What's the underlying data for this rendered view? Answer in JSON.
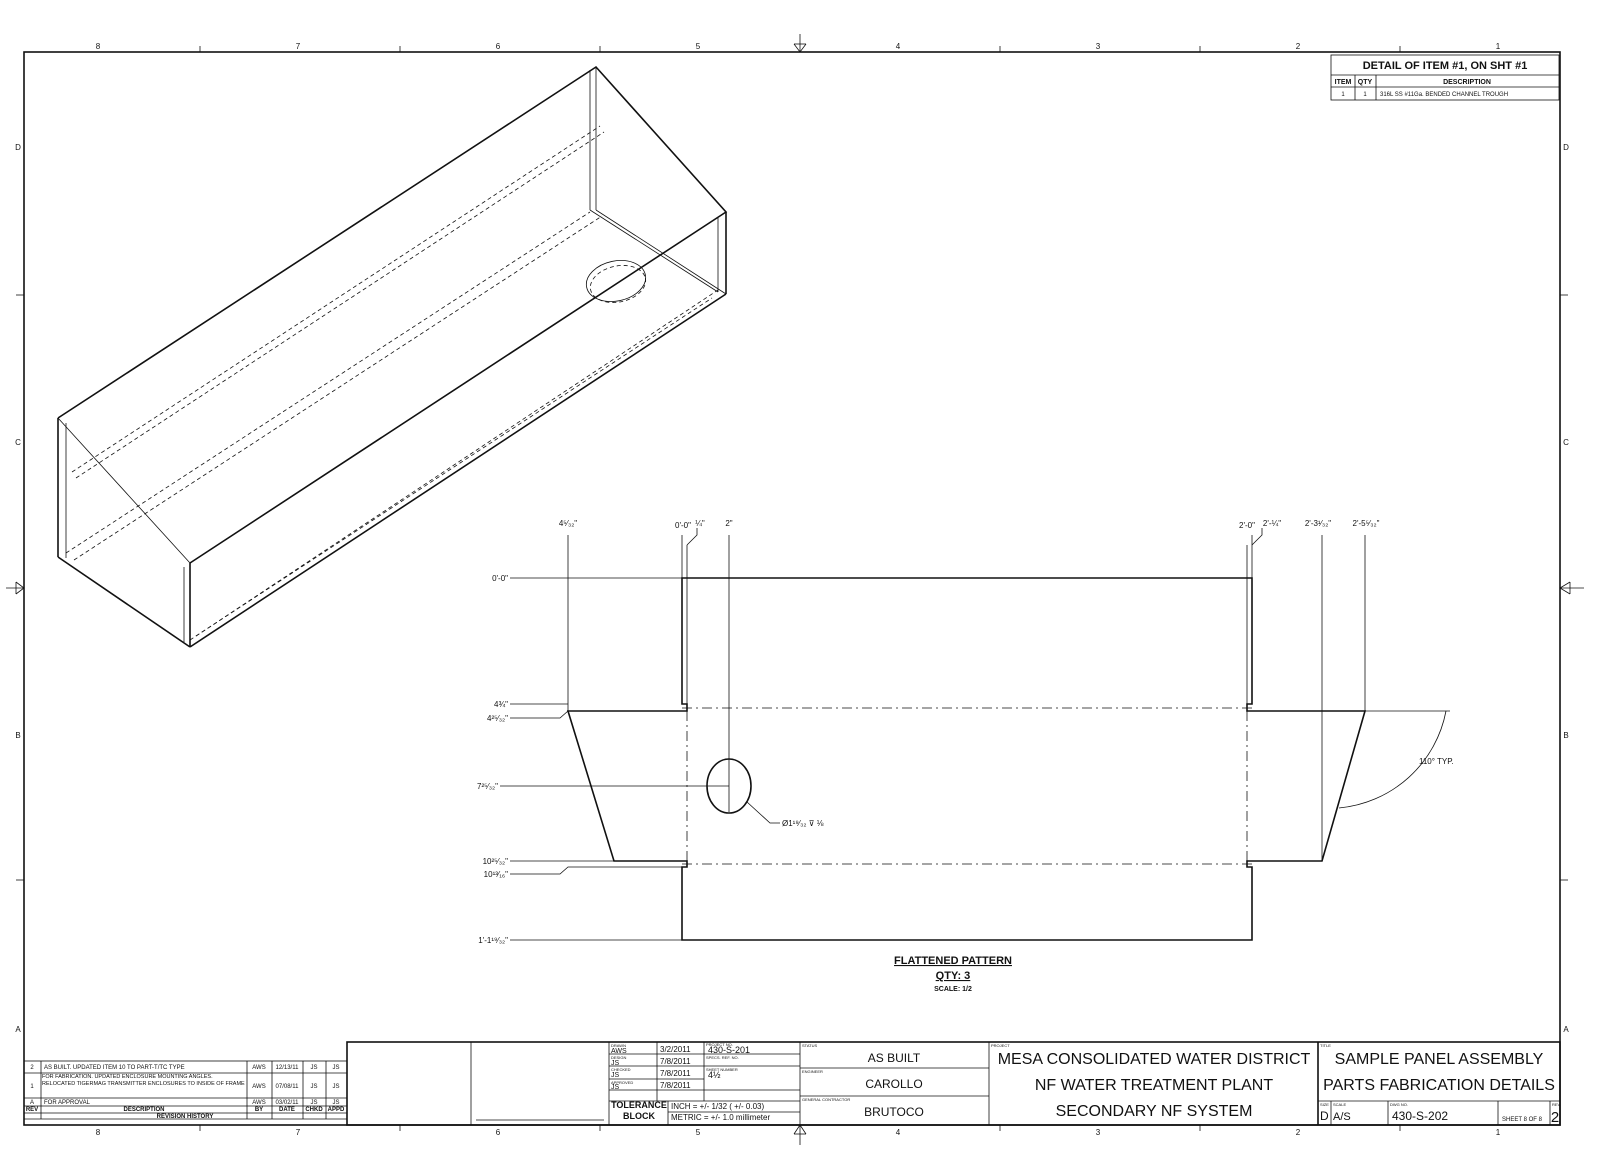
{
  "border": {
    "zones_horizontal": [
      "8",
      "7",
      "6",
      "5",
      "4",
      "3",
      "2",
      "1"
    ],
    "zones_vertical": [
      "D",
      "C",
      "B",
      "A"
    ]
  },
  "item_detail": {
    "title": "DETAIL OF ITEM #1, ON SHT #1",
    "headers": {
      "item": "ITEM",
      "qty": "QTY",
      "description": "DESCRIPTION"
    },
    "row": {
      "item": "1",
      "qty": "1",
      "description": "316L SS #11Ga. BENDED CHANNEL TROUGH"
    }
  },
  "flat_pattern": {
    "top_dims": [
      "4⁵⁄₃₂\"",
      "0'-0\"",
      "¼\"",
      "2\"",
      "2'-0\"",
      "2'-¼\"",
      "2'-3¹⁄₃₂\"",
      "2'-5⁵⁄₃₂\""
    ],
    "left_dims": [
      "0'-0\"",
      "4¾\"",
      "4²⁵⁄₃₂\"",
      "7²⁵⁄₃₂\"",
      "10²⁵⁄₃₂\"",
      "10¹³⁄₁₆\"",
      "1'-1¹⁹⁄₃₂\""
    ],
    "hole_callout": "Ø1¹⁹⁄₃₂ ⊽ ⅛",
    "angle_callout": "110° TYP.",
    "title": "FLATTENED PATTERN",
    "qty": "QTY: 3",
    "scale": "SCALE: 1/2"
  },
  "revision_history": {
    "rows": [
      {
        "rev": "2",
        "desc": "AS BUILT. UPDATED ITEM 10 TO PART-T/TC TYPE",
        "by": "AWS",
        "date": "12/13/11",
        "chkd": "JS",
        "appd": "JS"
      },
      {
        "rev": "1",
        "desc": "FOR FABRICATION. UPDATED ENCLOSURE MOUNTING ANGLES. RELOCATED TIGERMAG TRANSMITTER ENCLOSURES TO INSIDE OF FRAME",
        "by": "AWS",
        "date": "07/08/11",
        "chkd": "JS",
        "appd": "JS"
      },
      {
        "rev": "A",
        "desc": "FOR APPROVAL",
        "by": "AWS",
        "date": "03/02/11",
        "chkd": "JS",
        "appd": "JS"
      }
    ],
    "headers": {
      "rev": "REV",
      "desc": "DESCRIPTION",
      "by": "BY",
      "date": "DATE",
      "chkd": "CHKD",
      "appd": "APPD"
    },
    "footer": "REVISION HISTORY"
  },
  "title_block": {
    "drawn_label": "DRAWN",
    "drawn": "AWS",
    "drawn_date": "3/2/2011",
    "designed_label": "DESIGN",
    "designed": "JS",
    "designed_date": "7/8/2011",
    "checked_label": "CHECKED",
    "checked": "JS",
    "checked_date": "7/8/2011",
    "approved_label": "APPROVED",
    "approved": "JS",
    "approved_date": "7/8/2011",
    "project_no_label": "PROJECT NO.",
    "project_no": "430-S-201",
    "spec_label": "SPECS. REF. NO.",
    "sheet_number_label": "SHEET NUMBER",
    "sheet_number": "4½",
    "tolerance_label_1": "TOLERANCE",
    "tolerance_label_2": "BLOCK",
    "tolerance_inch": "INCH = +/- 1/32 ( +/- 0.03)",
    "tolerance_metric": "METRIC = +/- 1.0 millimeter",
    "status_label": "STATUS",
    "status": "AS BUILT",
    "engineer_label": "ENGINEER",
    "engineer": "CAROLLO",
    "contractor_label": "GENERAL CONTRACTOR",
    "contractor": "BRUTOCO",
    "project_label": "PROJECT",
    "project_line1": "MESA CONSOLIDATED WATER DISTRICT",
    "project_line2": "NF WATER TREATMENT PLANT",
    "project_line3": "SECONDARY NF SYSTEM",
    "title_label": "TITLE",
    "title_line1": "SAMPLE PANEL ASSEMBLY",
    "title_line2": "PARTS FABRICATION DETAILS",
    "size_label": "SIZE",
    "size": "D",
    "scale_label": "SCALE",
    "scale": "A/S",
    "dwg_label": "DWG NO.",
    "dwg_no": "430-S-202",
    "sheet_text": "SHEET 8  OF 8",
    "rev_label": "REV",
    "rev": "2"
  }
}
